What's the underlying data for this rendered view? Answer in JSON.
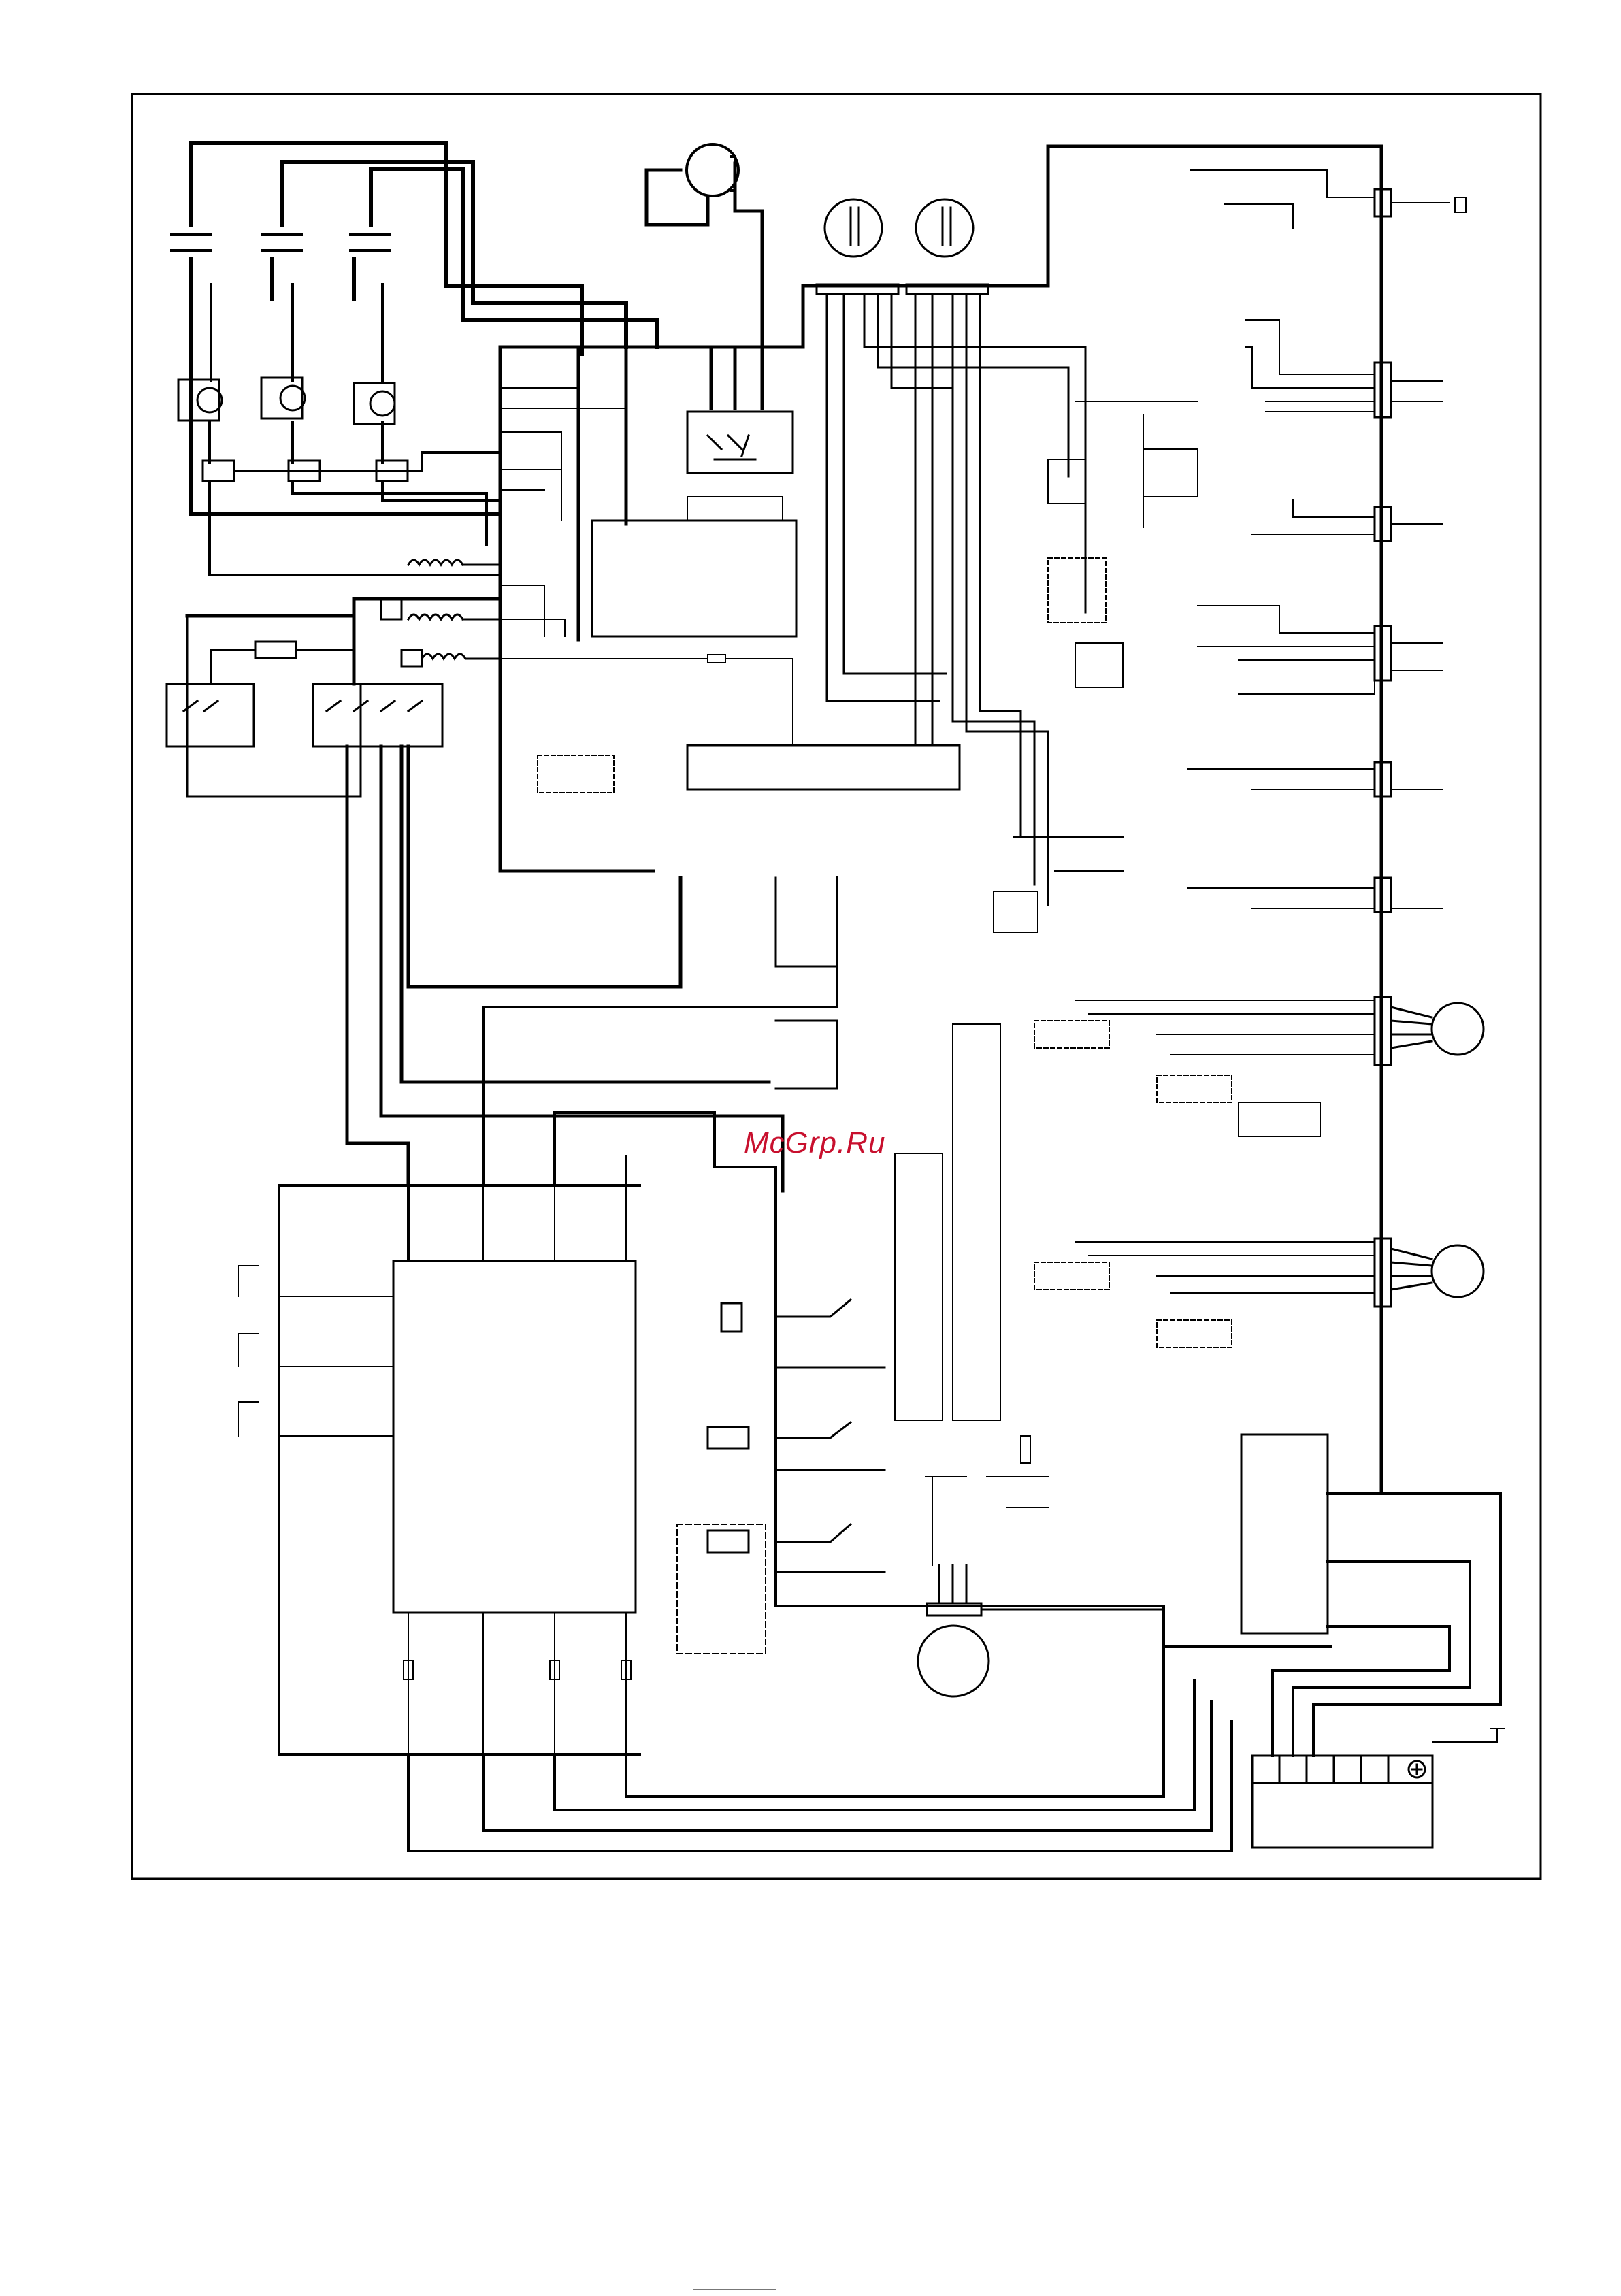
{
  "watermark": {
    "text": "McGrp.Ru",
    "color": "#c8102e"
  },
  "colors": {
    "ink": "#000000",
    "paper": "#ffffff"
  },
  "components": {
    "motors": [
      "fan-motor-top",
      "compressor-motor-bottom",
      "fan-motor-right-1",
      "fan-motor-right-2"
    ],
    "pressure_switches": [
      "thermal-protector-1",
      "thermal-protector-2",
      "thermal-protector-3"
    ],
    "terminal_block": "power-terminal-block-with-ground",
    "ground_symbol": "ground-icon"
  }
}
